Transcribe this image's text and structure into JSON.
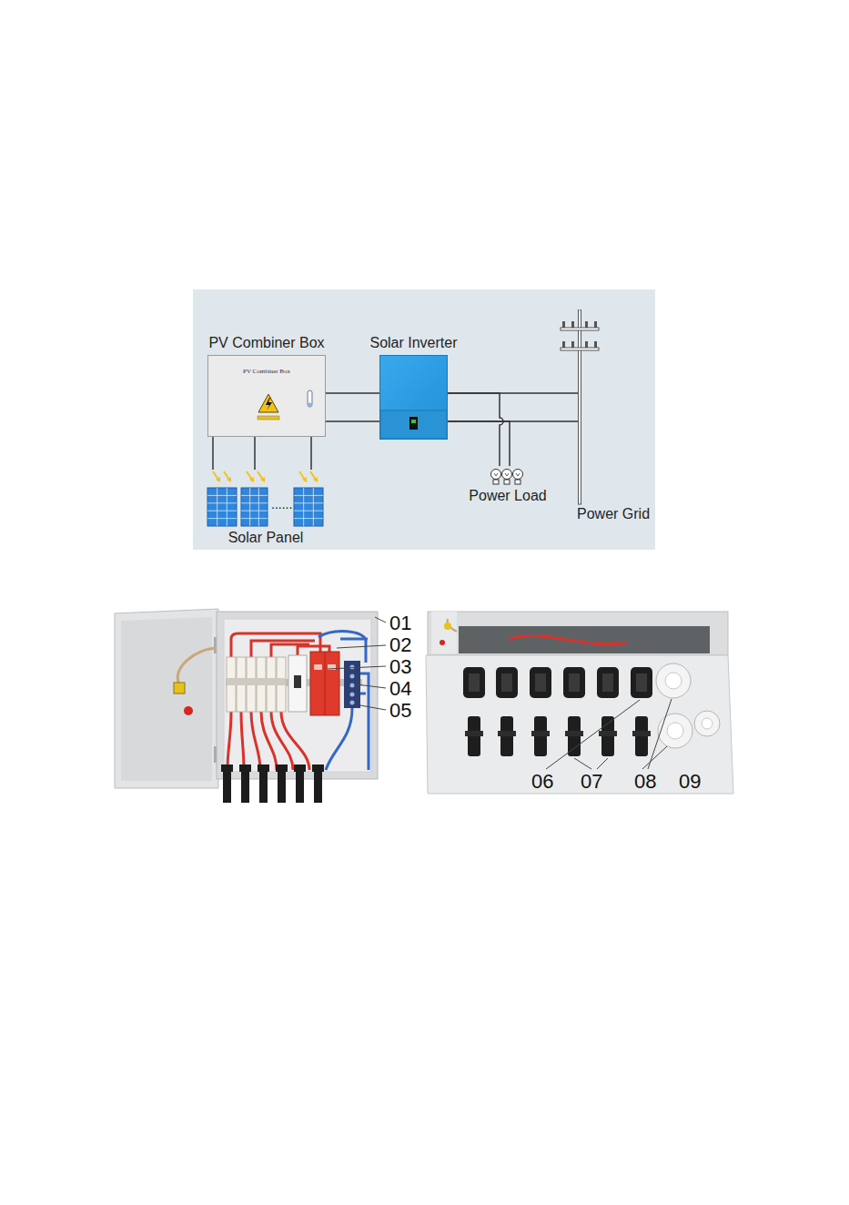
{
  "diagram": {
    "nodes": [
      {
        "text": [
          "PV Combiner Box",
          "PV Combiner Box"
        ]
      },
      {
        "text": [
          "Solar Inverter"
        ]
      },
      {
        "text": [
          "Solar Panel"
        ]
      },
      {
        "text": [
          "Power Load"
        ]
      },
      {
        "text": [
          "Power Grid"
        ]
      }
    ],
    "edges": [
      {
        "from": 0,
        "to": 1,
        "arrow": "none"
      },
      {
        "from": 1,
        "to": 4,
        "arrow": "none"
      },
      {
        "from": 1,
        "to": 3,
        "arrow": "none"
      },
      {
        "from": 2,
        "to": 0,
        "arrow": "none"
      }
    ],
    "labels": [
      "......",
      "01",
      "02",
      "03",
      "04",
      "05",
      "06",
      "07",
      "08",
      "09"
    ]
  }
}
